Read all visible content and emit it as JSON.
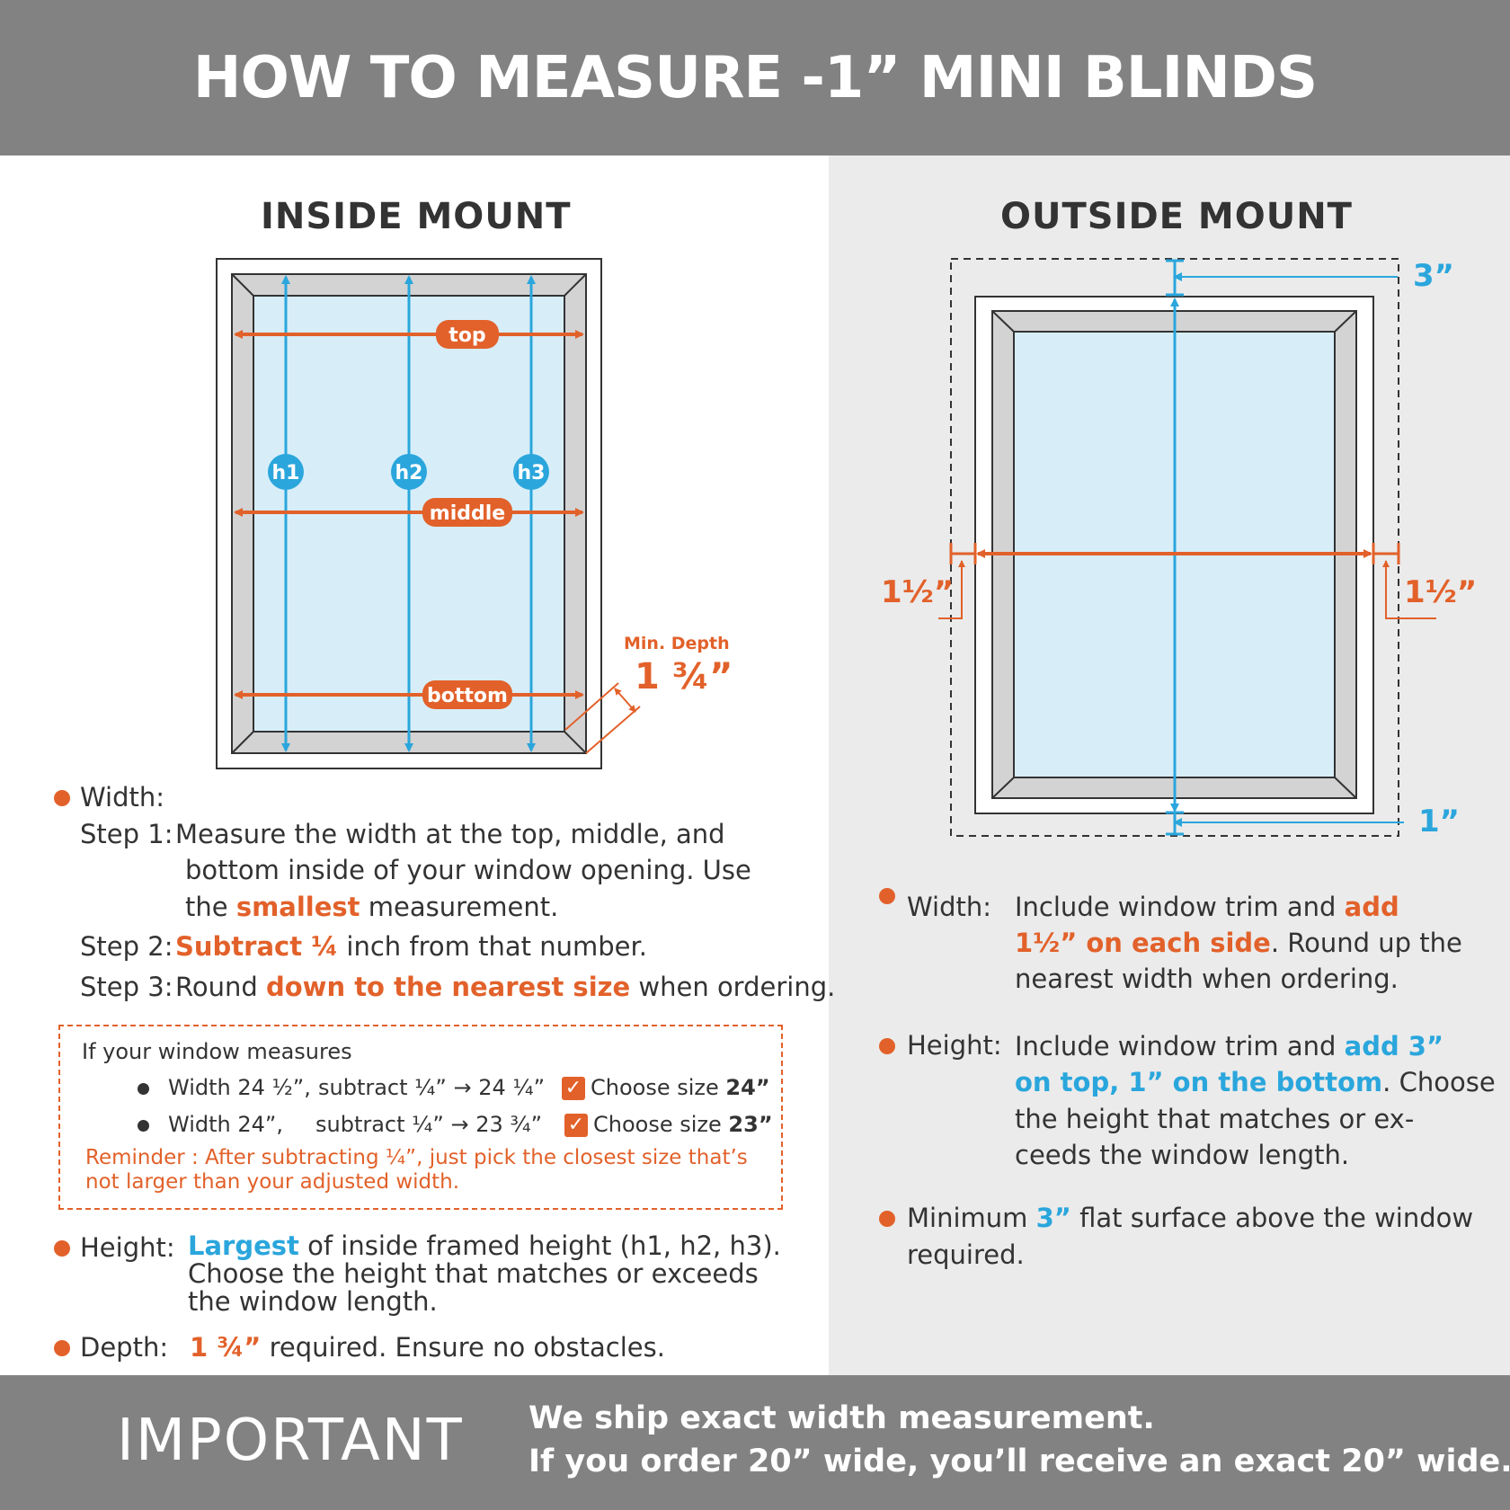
{
  "header": {
    "title": "HOW TO MEASURE -1” MINI BLINDS"
  },
  "inside": {
    "title": "INSIDE MOUNT",
    "labels": {
      "top": "top",
      "middle": "middle",
      "bottom": "bottom",
      "h1": "h1",
      "h2": "h2",
      "h3": "h3"
    },
    "min_depth_label": "Min. Depth",
    "min_depth_value": "1 ¾”",
    "width": {
      "label": "Width:",
      "step1_prefix": "Step 1:",
      "step1_a": "Measure the width at the top, middle, and",
      "step1_b": "bottom inside of your window opening. Use",
      "step1_c1": "the",
      "step1_c2": "smallest",
      "step1_c3": "measurement.",
      "step2_prefix": "Step 2:",
      "step2_a": "Subtract ¼",
      "step2_b": "inch from that number.",
      "step3_prefix": "Step 3:",
      "step3_a": "Round",
      "step3_b": "down to the nearest size",
      "step3_c": "when ordering."
    },
    "example": {
      "intro": "If your window measures",
      "row1_a": "Width 24 ½”,",
      "row1_b": "subtract ¼” → 24 ¼”",
      "row1_c": "Choose size",
      "row1_d": "24”",
      "row2_a": "Width 24”,",
      "row2_b": "subtract ¼” → 23 ¾”",
      "row2_c": "Choose size",
      "row2_d": "23”",
      "reminder_a": "Reminder : After subtracting ¼”, just pick the closest size that’s",
      "reminder_b": "not larger than your adjusted width."
    },
    "height": {
      "label": "Height:",
      "a1": "Largest",
      "a2": "of inside framed height (h1, h2, h3).",
      "b": "Choose the height that matches or exceeds",
      "c": "the window length."
    },
    "depth": {
      "label": "Depth:",
      "value": "1 ¾”",
      "text": "required. Ensure no obstacles."
    }
  },
  "outside": {
    "title": "OUTSIDE MOUNT",
    "dim_top": "3”",
    "dim_bottom": "1”",
    "dim_side": "1½”",
    "width": {
      "label": "Width:",
      "a1": "Include window trim and",
      "a2": "add",
      "b1": "1½” on each side",
      "b2": ". Round up the",
      "c": "nearest width when ordering."
    },
    "height": {
      "label": "Height:",
      "a1": "Include window trim and",
      "a2": "add 3”",
      "b1": "on top, 1” on the bottom",
      "b2": ". Choose",
      "c": "the height that matches or ex-",
      "d": "ceeds the window length."
    },
    "minimum": {
      "a1": "Minimum",
      "a2": "3”",
      "a3": "flat surface above the window",
      "b": "required."
    }
  },
  "footer": {
    "label": "IMPORTANT",
    "line1": "We ship exact width measurement.",
    "line2": "If you order 20” wide, you’ll receive an exact 20” wide."
  },
  "colors": {
    "orange": "#e2612a",
    "blue": "#2aa6dc",
    "glass": "#d7eef9",
    "frame": "#d3d3d3",
    "header": "#828282"
  }
}
